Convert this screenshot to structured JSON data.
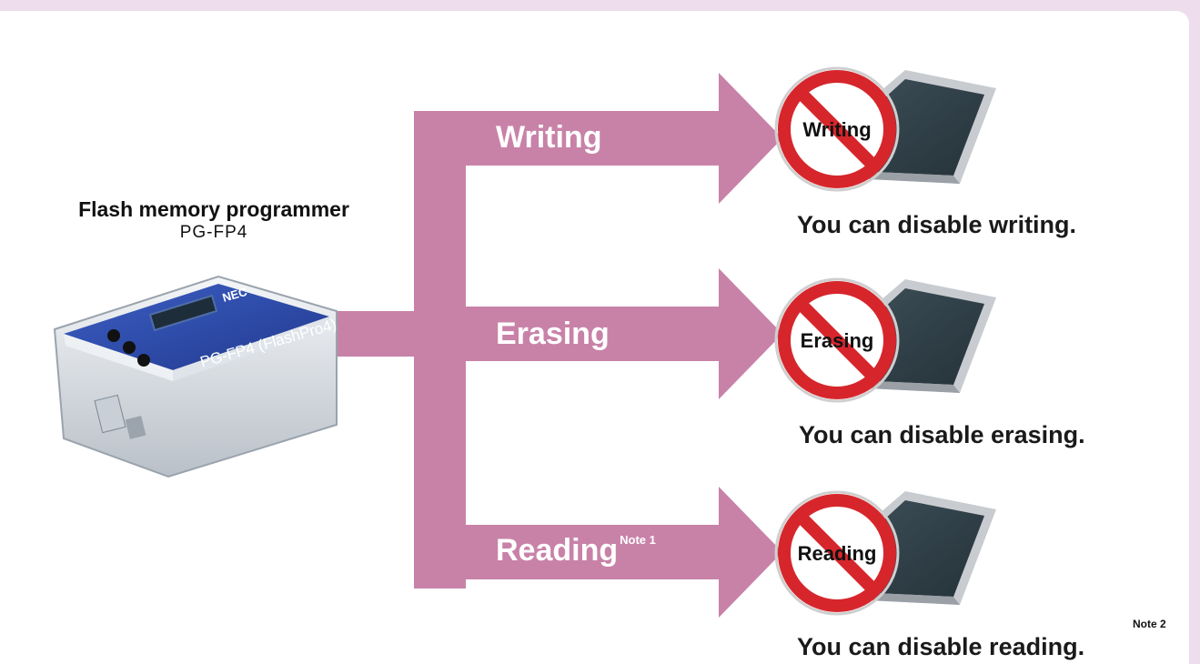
{
  "programmer": {
    "title": "Flash memory programmer",
    "model": "PG-FP4",
    "device_brand": "NEC",
    "device_label": "PG-FP4 (FlashPro4)"
  },
  "flows": [
    {
      "label": "Writing",
      "note": "",
      "blocked": "Writing",
      "caption": "You can disable writing.",
      "caption_note": ""
    },
    {
      "label": "Erasing",
      "note": "",
      "blocked": "Erasing",
      "caption": "You can disable erasing.",
      "caption_note": ""
    },
    {
      "label": "Reading",
      "note": "Note 1",
      "blocked": "Reading",
      "caption": "You can disable reading.",
      "caption_note": "Note 2"
    }
  ],
  "colors": {
    "arrow": "#c882a8",
    "prohibit": "#d6262c",
    "chip": "#2e3d45",
    "device": "#2c49a8",
    "background": "#eedeed"
  },
  "icons": [
    "programmer-device-icon",
    "prohibited-icon",
    "chip-icon"
  ]
}
